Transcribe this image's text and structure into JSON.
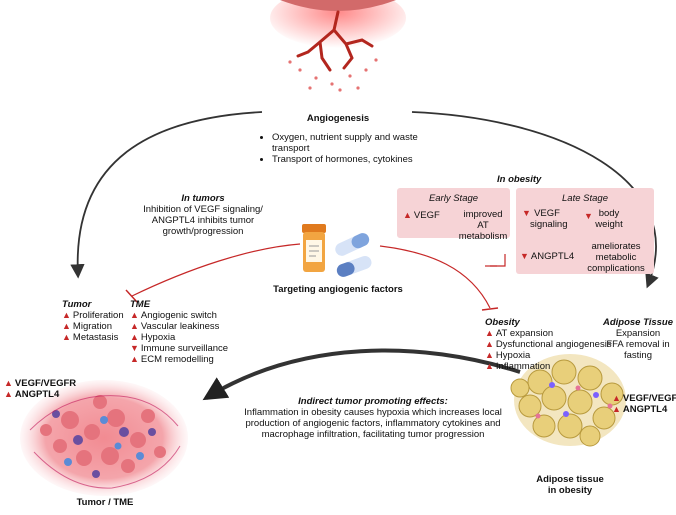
{
  "angiogenesis": {
    "title": "Angiogenesis",
    "bullets": [
      "Oxygen, nutrient supply and waste transport",
      "Transport of hormones, cytokines"
    ]
  },
  "in_tumors": {
    "title": "In tumors",
    "lines": [
      "Inhibition of VEGF signaling/",
      "ANGPTL4 inhibits tumor",
      "growth/progression"
    ]
  },
  "in_obesity": {
    "title": "In obesity",
    "early": {
      "title": "Early Stage",
      "factor": "VEGF",
      "effect_lines": [
        "improved AT",
        "metabolism"
      ]
    },
    "late": {
      "title": "Late Stage",
      "factor_lines": [
        "VEGF",
        "signaling"
      ],
      "effect_lines": [
        "body",
        "weight"
      ],
      "angptl4": "ANGPTL4",
      "angptl4_effect_lines": [
        "ameliorates",
        "metabolic",
        "complications"
      ]
    }
  },
  "targeting": {
    "label": "Targeting angiogenic factors"
  },
  "tumor": {
    "title": "Tumor",
    "items": [
      "Proliferation",
      "Migration",
      "Metastasis"
    ]
  },
  "tme": {
    "title": "TME",
    "items": [
      {
        "dir": "up",
        "text": "Angiogenic switch"
      },
      {
        "dir": "up",
        "text": "Vascular leakiness"
      },
      {
        "dir": "up",
        "text": "Hypoxia"
      },
      {
        "dir": "down",
        "text": "Immune surveillance"
      },
      {
        "dir": "up",
        "text": "ECM remodelling"
      }
    ]
  },
  "obesity": {
    "title": "Obesity",
    "items": [
      "AT expansion",
      "Dysfunctional angiogenesis",
      "Hypoxia",
      "Inflammation"
    ]
  },
  "adipose_tissue": {
    "title": "Adipose Tissue",
    "lines": [
      "Expansion",
      "FFA removal in",
      "fasting"
    ]
  },
  "left_factors": [
    "VEGF/VEGFR",
    "ANGPTL4"
  ],
  "right_factors": [
    "VEGF/VEGFR",
    "ANGPTL4"
  ],
  "indirect": {
    "title": "Indirect tumor promoting effects:",
    "lines": [
      "Inflammation in obesity causes hypoxia which increases local",
      "production of angiogenic factors, inflammatory cytokines and",
      "macrophage infiltration, facilitating tumor progression"
    ]
  },
  "tumor_image_label": "Tumor / TME",
  "adipose_image_label_lines": [
    "Adipose tissue",
    "in obesity"
  ],
  "icons": {
    "vessel": "blood-vessel-icon",
    "drugs": "pill-bottle-and-capsules-icon",
    "tumor": "tumor-mass-illustration",
    "adipose": "adipocyte-cluster-illustration",
    "arrow_up": "▲",
    "arrow_down": "▼"
  },
  "colors": {
    "accent": "#c62828",
    "box": "#f6d3d6",
    "arrow": "#333333"
  }
}
